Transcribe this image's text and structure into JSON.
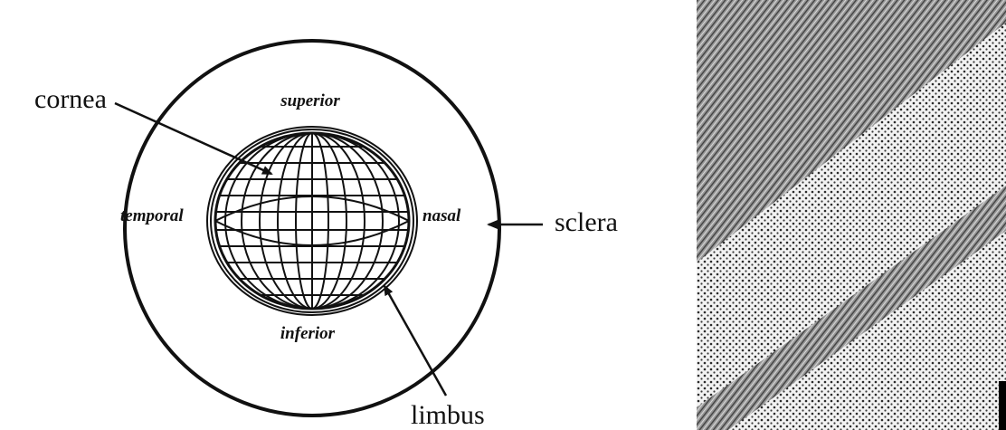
{
  "labels": {
    "cornea": "cornea",
    "sclera": "sclera",
    "limbus": "limbus",
    "superior": "superior",
    "inferior": "inferior",
    "temporal": "temporal",
    "nasal": "nasal"
  }
}
